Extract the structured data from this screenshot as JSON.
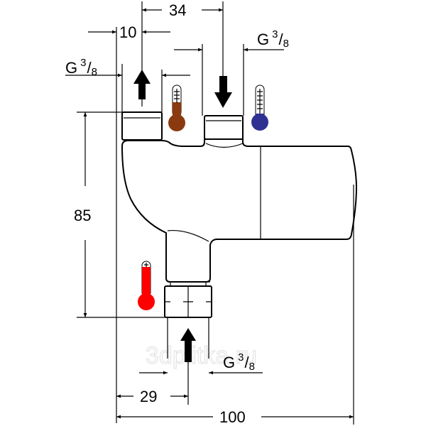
{
  "title": "Thermostatic mixer dimensional drawing",
  "dimensions": {
    "top_spacing": "34",
    "top_offset": "10",
    "height": "85",
    "bottom_offset": "29",
    "total_width": "100"
  },
  "thread_labels": {
    "hot_outlet": {
      "prefix": "G",
      "num": "3",
      "den": "8"
    },
    "cold_inlet": {
      "prefix": "G",
      "num": "3",
      "den": "8"
    },
    "bottom_inlet": {
      "prefix": "G",
      "num": "3",
      "den": "8"
    }
  },
  "indicators": {
    "warm": {
      "name": "warm-thermometer",
      "color": "#8b3a0f"
    },
    "cold": {
      "name": "cold-thermometer",
      "color": "#2e3192"
    },
    "hot": {
      "name": "hot-thermometer",
      "color": "#ff0000"
    }
  },
  "flow_arrows": [
    "outlet-up",
    "inlet-down",
    "inlet-up"
  ],
  "watermark": "3dplitka.ru"
}
